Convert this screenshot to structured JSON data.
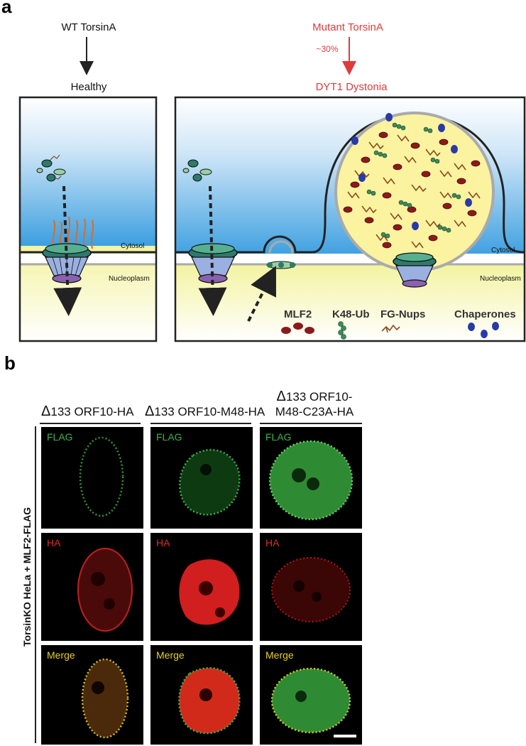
{
  "panel_a": {
    "letter": "a",
    "wt_label": "WT TorsinA",
    "healthy_label": "Healthy",
    "mutant_label": "Mutant TorsinA",
    "percent_label": "~30%",
    "disease_label": "DYT1 Dystonia",
    "cytosol_left": "Cytosol",
    "nucleoplasm_left": "Nucleoplasm",
    "cytosol_right": "Cytosol",
    "nucleoplasm_right": "Nucleoplasm",
    "legend": {
      "mlf2": "MLF2",
      "k48ub": "K48-Ub",
      "fgnups": "FG-Nups",
      "chaperones": "Chaperones"
    },
    "colors": {
      "cytosol_blue": "#3c9fe0",
      "nucleoplasm_yellow": "#f3f3a0",
      "mlf2_red": "#8b1a1a",
      "k48_green": "#3f8a5a",
      "fg_brown": "#8a4a1e",
      "chaperone_blue": "#2a3aa8",
      "red_text": "#e03a3a"
    }
  },
  "panel_b": {
    "letter": "b",
    "columns": [
      {
        "delta": "Δ",
        "line1": "133 ORF10-HA",
        "line2": ""
      },
      {
        "delta": "Δ",
        "line1": "133 ORF10-M48-HA",
        "line2": ""
      },
      {
        "delta": "Δ",
        "line1": "133 ORF10-",
        "line2": "M48-C23A-HA"
      }
    ],
    "row_label": "TorsinKO HeLa + MLF2-FLAG",
    "channels": [
      "FLAG",
      "HA",
      "Merge"
    ],
    "channel_colors": {
      "FLAG": "#3fb34f",
      "HA": "#e02a2a",
      "Merge": "#e8d020"
    }
  }
}
